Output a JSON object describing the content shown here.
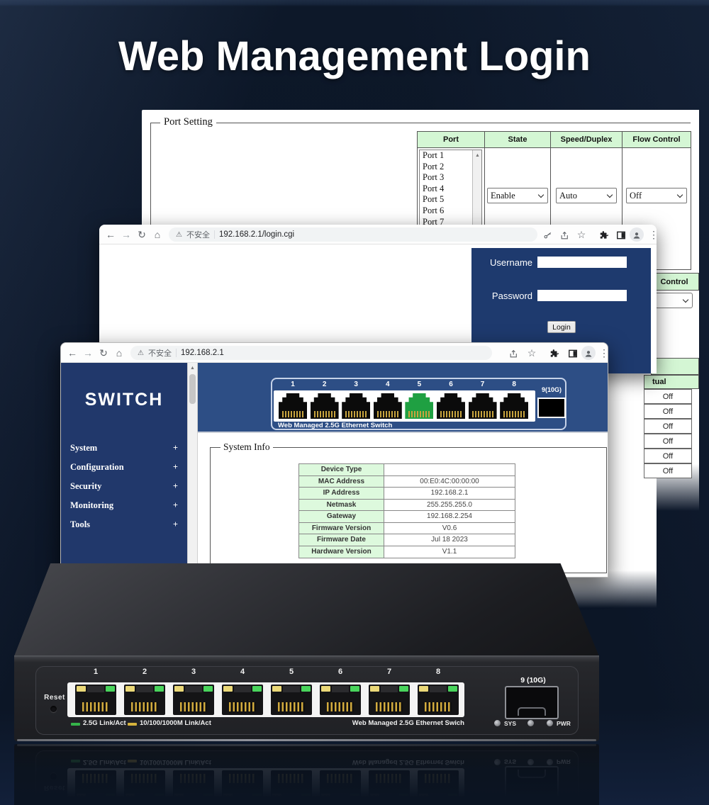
{
  "page": {
    "title": "Web Management Login"
  },
  "colors": {
    "background_navy": "#0b1526",
    "panel_navy": "#1e3a6e",
    "header_blue": "#2d4e85",
    "sidebar_blue": "#21386b",
    "table_header_green": "#d4f6d4",
    "info_label_green": "#ddf9dd",
    "led_green": "#35b44a",
    "led_yellow": "#d6b33c",
    "active_port_green": "#1fa042"
  },
  "port_setting_window": {
    "legend": "Port Setting",
    "columns": [
      "Port",
      "State",
      "Speed/Duplex",
      "Flow Control"
    ],
    "port_list": [
      "Port 1",
      "Port 2",
      "Port 3",
      "Port 4",
      "Port 5",
      "Port 6",
      "Port 7"
    ],
    "state_value": "Enable",
    "speed_value": "Auto",
    "flow_value": "Off",
    "scroll_up_glyph": "▲",
    "fragment": {
      "control_header": "Control",
      "actual_header": "tual",
      "off_values": [
        "Off",
        "Off",
        "Off",
        "Off",
        "Off",
        "Off"
      ]
    }
  },
  "login_window": {
    "security_label": "不安全",
    "url": "192.168.2.1/login.cgi",
    "username_label": "Username",
    "password_label": "Password",
    "login_button": "Login"
  },
  "switch_window": {
    "security_label": "不安全",
    "url": "192.168.2.1",
    "logo": "SWITCH",
    "menu": [
      "System",
      "Configuration",
      "Security",
      "Monitoring",
      "Tools"
    ],
    "menu_expand_glyph": "+",
    "scroll_up_glyph": "▲",
    "graphic": {
      "port_numbers": [
        "1",
        "2",
        "3",
        "4",
        "5",
        "6",
        "7",
        "8"
      ],
      "sfp_label": "9(10G)",
      "caption": "Web Managed 2.5G Ethernet Switch"
    },
    "system_info": {
      "legend": "System Info",
      "rows": [
        {
          "label": "Device Type",
          "value": ""
        },
        {
          "label": "MAC Address",
          "value": "00:E0:4C:00:00:00"
        },
        {
          "label": "IP Address",
          "value": "192.168.2.1"
        },
        {
          "label": "Netmask",
          "value": "255.255.255.0"
        },
        {
          "label": "Gateway",
          "value": "192.168.2.254"
        },
        {
          "label": "Firmware Version",
          "value": "V0.6"
        },
        {
          "label": "Firmware Date",
          "value": "Jul 18 2023"
        },
        {
          "label": "Hardware Version",
          "value": "V1.1"
        }
      ]
    }
  },
  "device": {
    "reset_label": "Reset",
    "port_numbers": [
      "1",
      "2",
      "3",
      "4",
      "5",
      "6",
      "7",
      "8"
    ],
    "green_legend": "2.5G Link/Act",
    "yellow_legend": "10/100/1000M Link/Act",
    "caption": "Web Managed 2.5G Ethernet Swich",
    "sfp_label": "9 (10G)",
    "sys_label": "SYS",
    "pwr_label": "PWR"
  }
}
